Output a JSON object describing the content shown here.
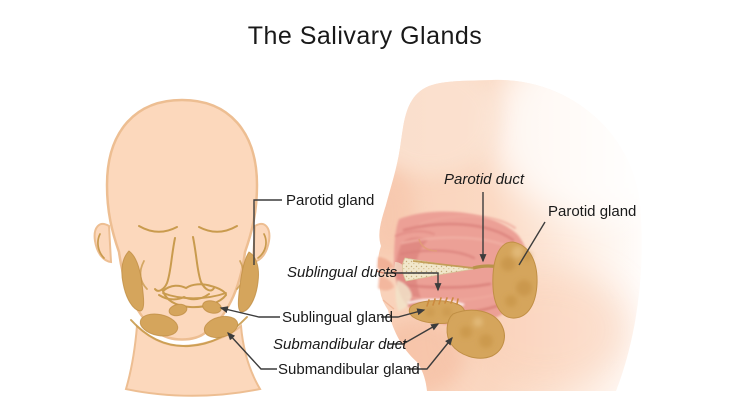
{
  "title": "The Salivary Glands",
  "annotations": [
    {
      "id": "parotid-gland-front",
      "text": "Parotid gland",
      "style": "regular"
    },
    {
      "id": "parotid-duct",
      "text": "Parotid duct",
      "style": "italic"
    },
    {
      "id": "parotid-gland-side",
      "text": "Parotid gland",
      "style": "regular"
    },
    {
      "id": "sublingual-ducts",
      "text": "Sublingual ducts",
      "style": "italic"
    },
    {
      "id": "sublingual-gland",
      "text": "Sublingual gland",
      "style": "regular"
    },
    {
      "id": "submandibular-duct",
      "text": "Submandibular duct",
      "style": "italic"
    },
    {
      "id": "submandibular-gland",
      "text": "Submandibular gland",
      "style": "regular"
    }
  ],
  "colors": {
    "background": "#FFFFFF",
    "skin": "#FCD8BC",
    "skin_outline": "#EDBE92",
    "feature_line": "#C99B4E",
    "gland": "#D5A55C",
    "gland_edge": "#C08F45",
    "muscle": "#ECA096",
    "muscle_dark": "#D9807A",
    "teeth": "#F1E7CB",
    "duct": "#B8934B",
    "duct_dashes": "#CC8A3F",
    "leader_line": "#3C3C3C",
    "text": "#1A1A1A"
  }
}
